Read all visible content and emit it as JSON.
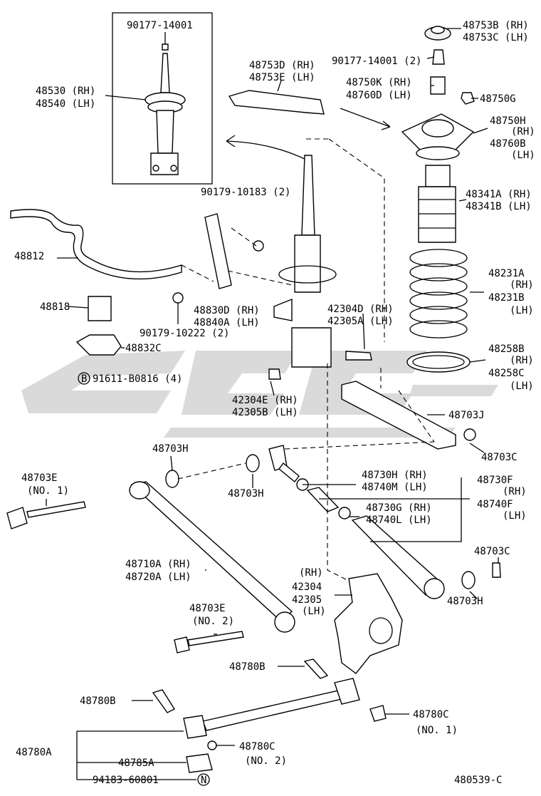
{
  "diagram_id": "480539-C",
  "parts": {
    "p90177_top": "90177-14001",
    "p48530": "48530 (RH)",
    "p48540": "48540 (LH)",
    "p48753D": "48753D (RH)",
    "p48753E": "48753E (LH)",
    "p48753B": "48753B (RH)",
    "p48753C": "48753C (LH)",
    "p90177_mid": "90177-14001 (2)",
    "p48750K": "48750K (RH)",
    "p48760D": "48760D (LH)",
    "p48750G": "48750G",
    "p48750H": "48750H",
    "p48750H_rh": "(RH)",
    "p48760B": "48760B",
    "p48760B_lh": "(LH)",
    "p90179_10183": "90179-10183 (2)",
    "p48341A": "48341A (RH)",
    "p48341B": "48341B (LH)",
    "p48812": "48812",
    "p48231A": "48231A",
    "p48231A_rh": "(RH)",
    "p48231B": "48231B",
    "p48231B_lh": "(LH)",
    "p48818": "48818",
    "p48830D": "48830D (RH)",
    "p48840A": "48840A (LH)",
    "p42304D": "42304D (RH)",
    "p42305A": "42305A (LH)",
    "p90179_10222": "90179-10222 (2)",
    "p48832C": "48832C",
    "p48258B": "48258B",
    "p48258B_rh": "(RH)",
    "p48258C": "48258C",
    "p48258C_lh": "(LH)",
    "p91611": "91611-B0816 (4)",
    "p42304E": "42304E (RH)",
    "p42305B": "42305B (LH)",
    "p48703J": "48703J",
    "p48703H_a": "48703H",
    "p48703C_a": "48703C",
    "p48703E_1": "48703E",
    "p48703E_1n": "(NO. 1)",
    "p48703H_b": "48703H",
    "p48730H": "48730H (RH)",
    "p48740M": "48740M (LH)",
    "p48730F": "48730F",
    "p48730F_rh": "(RH)",
    "p48740F": "48740F",
    "p48740F_lh": "(LH)",
    "p48730G": "48730G (RH)",
    "p48740L": "48740L (LH)",
    "p48710A": "48710A (RH)",
    "p48720A": "48720A (LH)",
    "p48703C_b": "48703C",
    "p42304_rh": "(RH)",
    "p42304": "42304",
    "p42305": "42305",
    "p42305_lh": "(LH)",
    "p48703H_c": "48703H",
    "p48703E_2": "48703E",
    "p48703E_2n": "(NO. 2)",
    "p48780B_a": "48780B",
    "p48780B_b": "48780B",
    "p48780C_1": "48780C",
    "p48780C_1n": "(NO. 1)",
    "p48780A": "48780A",
    "p48780C_2": "48780C",
    "p48780C_2n": "(NO. 2)",
    "p48785A": "48785A",
    "p94183": "94183-60801"
  },
  "markers": {
    "b": "B",
    "n": "N"
  },
  "colors": {
    "line": "#000000",
    "watermark": "#d4d4d4",
    "background": "#ffffff"
  }
}
